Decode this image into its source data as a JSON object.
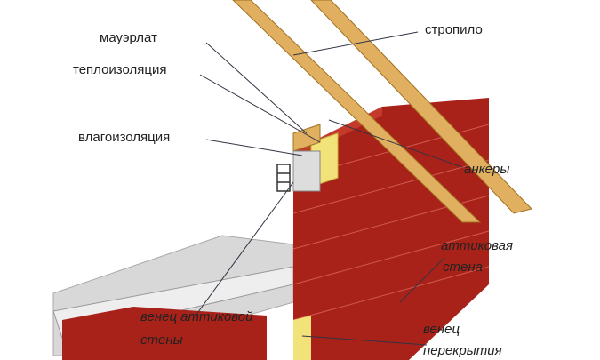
{
  "labels": {
    "mauerlat": "мауэрлат",
    "insulation": "теплоизоляция",
    "waterproofing": "влагоизоляция",
    "rafter": "стропило",
    "anchors": "анкеры",
    "attic_wall_1": "аттиковая",
    "attic_wall_2": "стена",
    "attic_crown_1": "венец аттиковой",
    "attic_crown_2": "стены",
    "floor_crown_1": "венец",
    "floor_crown_2": "перекрытия"
  },
  "colors": {
    "brick": "#a8221a",
    "wood": "#e0b060",
    "insulation": "#f2e27a",
    "slab": "#d8d8d8"
  }
}
